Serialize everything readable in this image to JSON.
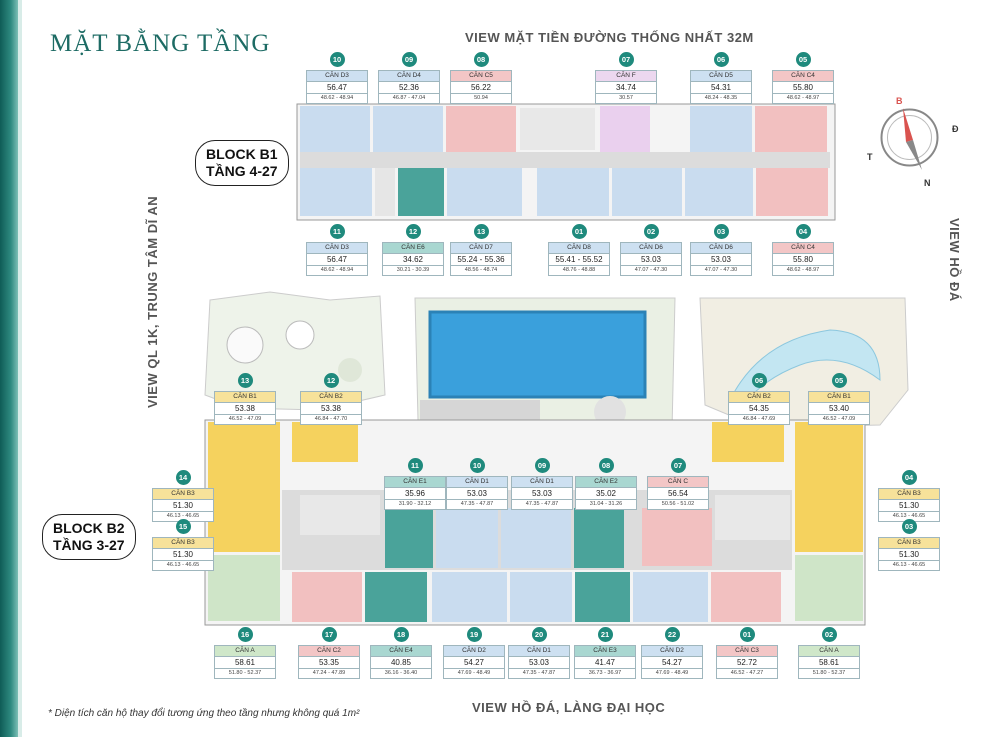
{
  "title": "MẶT BẰNG TẦNG",
  "views": {
    "top": "VIEW MẶT TIỀN ĐƯỜNG THỐNG NHẤT 32M",
    "left": "VIEW QL 1K, TRUNG TÂM DĨ AN",
    "right": "VIEW HỒ ĐÁ",
    "bottom": "VIEW HỒ ĐÁ, LÀNG ĐẠI HỌC"
  },
  "blocks": {
    "b1": {
      "line1": "BLOCK B1",
      "line2": "TẦNG 4-27"
    },
    "b2": {
      "line1": "BLOCK B2",
      "line2": "TẦNG 3-27"
    }
  },
  "compass": {
    "n": "N",
    "b": "B",
    "d": "Đ",
    "t": "T"
  },
  "footnote": "* Diện tích căn hộ thay đổi tương ứng theo tầng nhưng không quá 1m²",
  "colors": {
    "blue": "#c9dcef",
    "red": "#f2c0c0",
    "pink": "#ead0ee",
    "teal": "#4aa39a",
    "yellow": "#f5d25e",
    "green": "#cfe5c8",
    "accent": "#1f8a7d"
  },
  "b1_top": [
    {
      "num": "10",
      "name": "CĂN D3",
      "area": "56.47",
      "range": "48.62 - 48.94",
      "color": "blue"
    },
    {
      "num": "09",
      "name": "CĂN D4",
      "area": "52.36",
      "range": "46.87 - 47.04",
      "color": "blue"
    },
    {
      "num": "08",
      "name": "CĂN C5",
      "area": "56.22",
      "range": "50.94",
      "color": "red"
    },
    {
      "num": "07",
      "name": "CĂN F",
      "area": "34.74",
      "range": "30.57",
      "color": "pink"
    },
    {
      "num": "06",
      "name": "CĂN D5",
      "area": "54.31",
      "range": "48.24 - 48.35",
      "color": "blue"
    },
    {
      "num": "05",
      "name": "CĂN C4",
      "area": "55.80",
      "range": "48.62 - 48.97",
      "color": "red"
    }
  ],
  "b1_bottom": [
    {
      "num": "11",
      "name": "CĂN D3",
      "area": "56.47",
      "range": "48.62 - 48.94",
      "color": "blue"
    },
    {
      "num": "12",
      "name": "CĂN E6",
      "area": "34.62",
      "range": "30.21 - 30.39",
      "color": "teal"
    },
    {
      "num": "13",
      "name": "CĂN D7",
      "area": "55.24 - 55.36",
      "range": "48.56 - 48.74",
      "color": "blue"
    },
    {
      "num": "01",
      "name": "CĂN D8",
      "area": "55.41 - 55.52",
      "range": "48.76 - 48.88",
      "color": "blue"
    },
    {
      "num": "02",
      "name": "CĂN D6",
      "area": "53.03",
      "range": "47.07 - 47.30",
      "color": "blue"
    },
    {
      "num": "03",
      "name": "CĂN D6",
      "area": "53.03",
      "range": "47.07 - 47.30",
      "color": "blue"
    },
    {
      "num": "04",
      "name": "CĂN C4",
      "area": "55.80",
      "range": "48.62 - 48.97",
      "color": "red"
    }
  ],
  "b2_upper": [
    {
      "num": "13",
      "name": "CĂN B1",
      "area": "53.38",
      "range": "46.52 - 47.09",
      "color": "yellow"
    },
    {
      "num": "12",
      "name": "CĂN B2",
      "area": "53.38",
      "range": "46.84 - 47.70",
      "color": "yellow"
    },
    {
      "num": "06",
      "name": "CĂN B2",
      "area": "54.35",
      "range": "46.84 - 47.69",
      "color": "yellow"
    },
    {
      "num": "05",
      "name": "CĂN B1",
      "area": "53.40",
      "range": "46.52 - 47.09",
      "color": "yellow"
    }
  ],
  "b2_middle": [
    {
      "num": "11",
      "name": "CĂN E1",
      "area": "35.96",
      "range": "31.90 - 32.12",
      "color": "teal"
    },
    {
      "num": "10",
      "name": "CĂN D1",
      "area": "53.03",
      "range": "47.35 - 47.87",
      "color": "blue"
    },
    {
      "num": "09",
      "name": "CĂN D1",
      "area": "53.03",
      "range": "47.35 - 47.87",
      "color": "blue"
    },
    {
      "num": "08",
      "name": "CĂN E2",
      "area": "35.02",
      "range": "31.04 - 31.26",
      "color": "teal"
    },
    {
      "num": "07",
      "name": "CĂN C",
      "area": "56.54",
      "range": "50.56 - 51.02",
      "color": "red"
    }
  ],
  "b2_side": [
    {
      "num": "14",
      "name": "CĂN B3",
      "area": "51.30",
      "range": "46.13 - 46.65",
      "color": "yellow"
    },
    {
      "num": "15",
      "name": "CĂN B3",
      "area": "51.30",
      "range": "46.13 - 46.65",
      "color": "yellow"
    },
    {
      "num": "04",
      "name": "CĂN B3",
      "area": "51.30",
      "range": "46.13 - 46.65",
      "color": "yellow"
    },
    {
      "num": "03",
      "name": "CĂN B3",
      "area": "51.30",
      "range": "46.13 - 46.65",
      "color": "yellow"
    }
  ],
  "b2_bottom": [
    {
      "num": "16",
      "name": "CĂN A",
      "area": "58.61",
      "range": "51.80 - 52.37",
      "color": "green"
    },
    {
      "num": "17",
      "name": "CĂN C2",
      "area": "53.35",
      "range": "47.24 - 47.89",
      "color": "red"
    },
    {
      "num": "18",
      "name": "CĂN E4",
      "area": "40.85",
      "range": "36.16 - 36.40",
      "color": "teal"
    },
    {
      "num": "19",
      "name": "CĂN D2",
      "area": "54.27",
      "range": "47.69 - 48.49",
      "color": "blue"
    },
    {
      "num": "20",
      "name": "CĂN D1",
      "area": "53.03",
      "range": "47.35 - 47.87",
      "color": "blue"
    },
    {
      "num": "21",
      "name": "CĂN E3",
      "area": "41.47",
      "range": "36.73 - 36.97",
      "color": "teal"
    },
    {
      "num": "22",
      "name": "CĂN D2",
      "area": "54.27",
      "range": "47.69 - 48.49",
      "color": "blue"
    },
    {
      "num": "01",
      "name": "CĂN C3",
      "area": "52.72",
      "range": "46.52 - 47.27",
      "color": "red"
    },
    {
      "num": "02",
      "name": "CĂN A",
      "area": "58.61",
      "range": "51.80 - 52.37",
      "color": "green"
    }
  ]
}
